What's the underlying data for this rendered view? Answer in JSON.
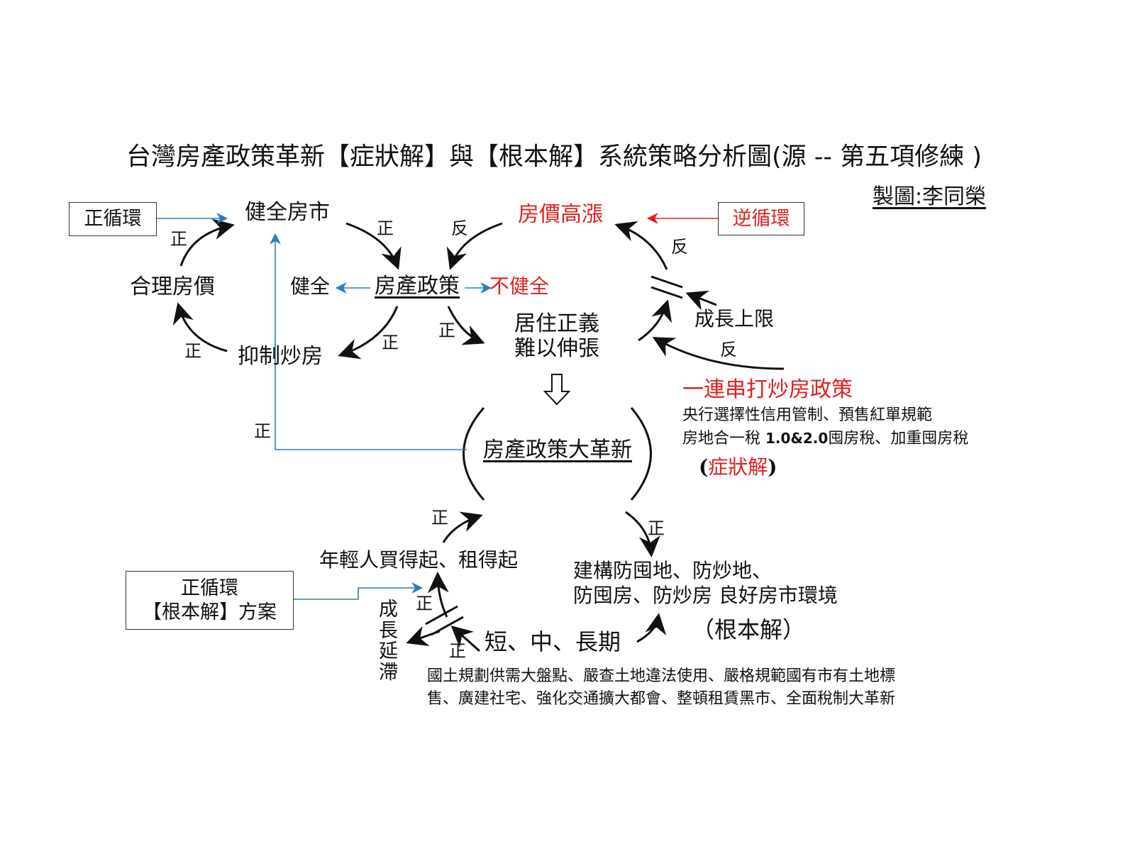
{
  "title": "台灣房產政策革新【症狀解】與【根本解】系統策略分析圖(源 -- 第五項修練 )",
  "author": "製圖:李同榮",
  "boxes": {
    "positive_loop": "正循環",
    "negative_loop": "逆循環",
    "fundamental_box_line1": "正循環",
    "fundamental_box_line2": "【根本解】方案"
  },
  "nodes": {
    "healthy_market": "健全房市",
    "high_prices": "房價高漲",
    "reasonable_prices": "合理房價",
    "healthy": "健全",
    "housing_policy": "房產政策",
    "unhealthy": "不健全",
    "justice_line1": "居住正義",
    "justice_line2": "難以伸張",
    "growth_limit": "成長上限",
    "curb_speculation": "抑制炒房",
    "reform": "房產政策大革新",
    "affordable": "年輕人買得起、租得起",
    "build_line1": "建構防囤地、防炒地、",
    "build_line2": "防囤房、防炒房 良好房市環境",
    "fundamental": "（根本解）",
    "growth_delay": "成長延滯",
    "term": "短、中、長期"
  },
  "symptomatic": {
    "heading": "一連串打炒房政策",
    "line1": "央行選擇性信用管制、預售紅單規範",
    "line2_a": "房地合一稅 ",
    "line2_b": "1.0&2.0",
    "line2_c": "囤房稅、加重囤房稅",
    "label_open": "(",
    "label": "症狀解",
    "label_close": ")"
  },
  "bottom": {
    "line1": "國土規劃供需大盤點、嚴查土地違法使用、嚴格規範國有市有土地標",
    "line2": "售、廣建社宅、強化交通擴大都會、整頓租賃黑市、全面稅制大革新"
  },
  "link_labels": {
    "positive": "正",
    "negative": "反"
  },
  "colors": {
    "red": "#e02020",
    "blue": "#2a7fc0",
    "black": "#111111"
  }
}
